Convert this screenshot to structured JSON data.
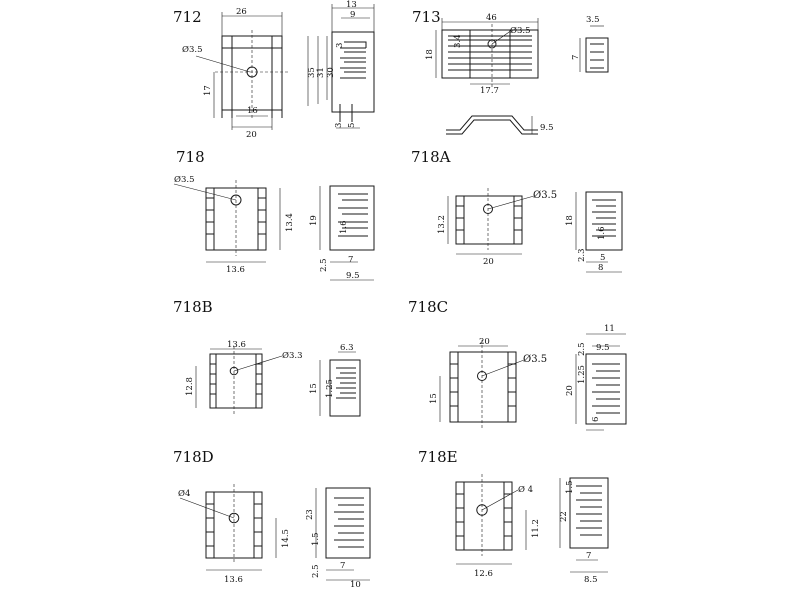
{
  "parts": [
    {
      "id": "712",
      "dims": {
        "width": "26",
        "inner": "20",
        "gap": "16",
        "leg": "17",
        "hole": "Ø3.5",
        "depth": "13",
        "fin_pitch": "9",
        "h_total": "35",
        "h_mid": "31",
        "h_inner": "30",
        "fin_gap": "3",
        "base_t": "3",
        "base_w": "5"
      }
    },
    {
      "id": "713",
      "dims": {
        "width": "46",
        "height": "18",
        "fin": "3.4",
        "hole": "Ø3.5",
        "center": "17.7",
        "side_w": "3.5",
        "side_h": "7",
        "bend": "9.5"
      }
    },
    {
      "id": "718",
      "dims": {
        "hole": "Ø3.5",
        "height": "13.4",
        "width": "13.6",
        "side_h": "19",
        "pitch": "1.6",
        "base": "2.5",
        "fin": "7",
        "depth": "9.5"
      }
    },
    {
      "id": "718A",
      "dims": {
        "hole": "Ø3.5",
        "height": "13.2",
        "width": "20",
        "side_h": "18",
        "pitch": "1.6",
        "base": "2.3",
        "fin": "5",
        "depth": "8"
      }
    },
    {
      "id": "718B",
      "dims": {
        "width": "13.6",
        "hole": "Ø3.3",
        "height": "12.8",
        "depth": "6.3",
        "side_h": "15",
        "pitch": "1.25"
      }
    },
    {
      "id": "718C",
      "dims": {
        "width": "20",
        "hole": "Ø3.5",
        "height": "15",
        "depth": "11",
        "fin_w": "9.5",
        "top": "2.5",
        "pitch": "1.25",
        "side_h": "20",
        "base": "6"
      }
    },
    {
      "id": "718D",
      "dims": {
        "hole": "Ø4",
        "height": "14.5",
        "width": "13.6",
        "side_h": "23",
        "pitch": "1.5",
        "base": "2.5",
        "fin": "7",
        "depth": "10"
      }
    },
    {
      "id": "718E",
      "dims": {
        "hole": "Ø 4",
        "height": "11.2",
        "width": "12.6",
        "top": "1.5",
        "side_h": "22",
        "fin": "7",
        "depth": "8.5"
      }
    }
  ]
}
